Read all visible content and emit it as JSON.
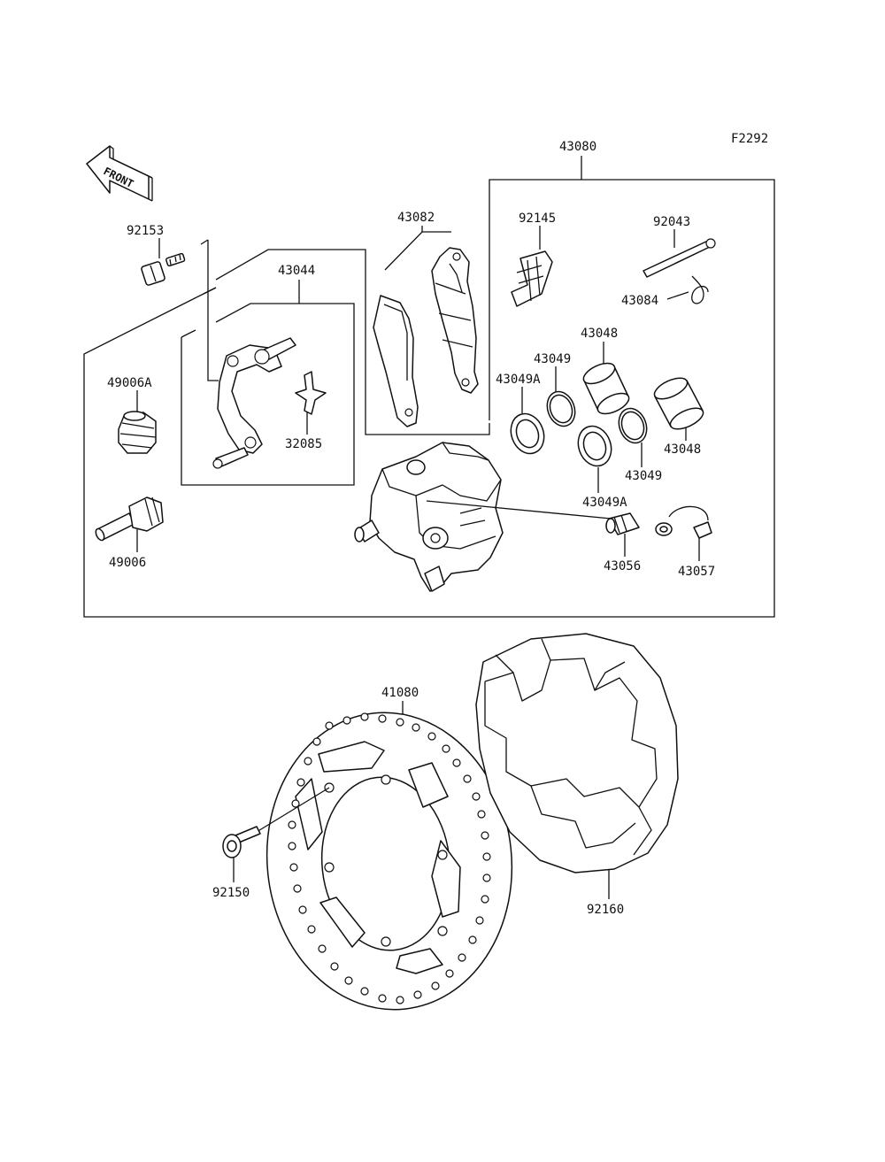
{
  "figure_code": "F2292",
  "front_arrow_label": "FRONT",
  "callouts": {
    "p43080": "43080",
    "p92153": "92153",
    "p43082": "43082",
    "p92145": "92145",
    "p92043": "92043",
    "p43044": "43044",
    "p43084": "43084",
    "p43048_top": "43048",
    "p43049_top": "43049",
    "p43049A_top": "43049A",
    "p49006A": "49006A",
    "p32085": "32085",
    "p43048_right": "43048",
    "p43049_right": "43049",
    "p43049A_bottom": "43049A",
    "p49006": "49006",
    "p43056": "43056",
    "p43057": "43057",
    "p41080": "41080",
    "p92150": "92150",
    "p92160": "92160"
  }
}
